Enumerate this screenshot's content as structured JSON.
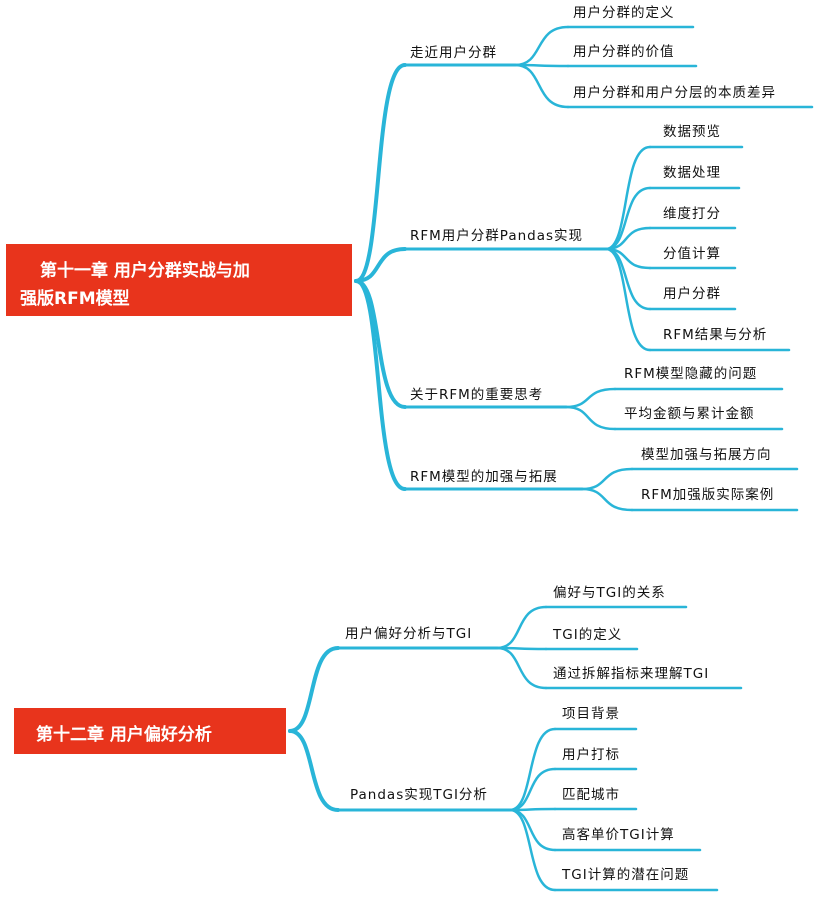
{
  "colors": {
    "root_fill": "#e8341c",
    "root_text": "#ffffff",
    "branch": "#29b5d8",
    "text": "#111111"
  },
  "map1": {
    "root": {
      "line1": "第十一章 用户分群实战与加",
      "line2": "强版RFM模型"
    },
    "branches": [
      {
        "label": "走近用户分群",
        "children": [
          "用户分群的定义",
          "用户分群的价值",
          "用户分群和用户分层的本质差异"
        ]
      },
      {
        "label": "RFM用户分群Pandas实现",
        "children": [
          "数据预览",
          "数据处理",
          "维度打分",
          "分值计算",
          "用户分群",
          "RFM结果与分析"
        ]
      },
      {
        "label": "关于RFM的重要思考",
        "children": [
          "RFM模型隐藏的问题",
          "平均金额与累计金额"
        ]
      },
      {
        "label": "RFM模型的加强与拓展",
        "children": [
          "模型加强与拓展方向",
          "RFM加强版实际案例"
        ]
      }
    ]
  },
  "map2": {
    "root": {
      "line1": "第十二章 用户偏好分析"
    },
    "branches": [
      {
        "label": "用户偏好分析与TGI",
        "children": [
          "偏好与TGI的关系",
          "TGI的定义",
          "通过拆解指标来理解TGI"
        ]
      },
      {
        "label": "Pandas实现TGI分析",
        "children": [
          "项目背景",
          "用户打标",
          "匹配城市",
          "高客单价TGI计算",
          "TGI计算的潜在问题"
        ]
      }
    ]
  }
}
